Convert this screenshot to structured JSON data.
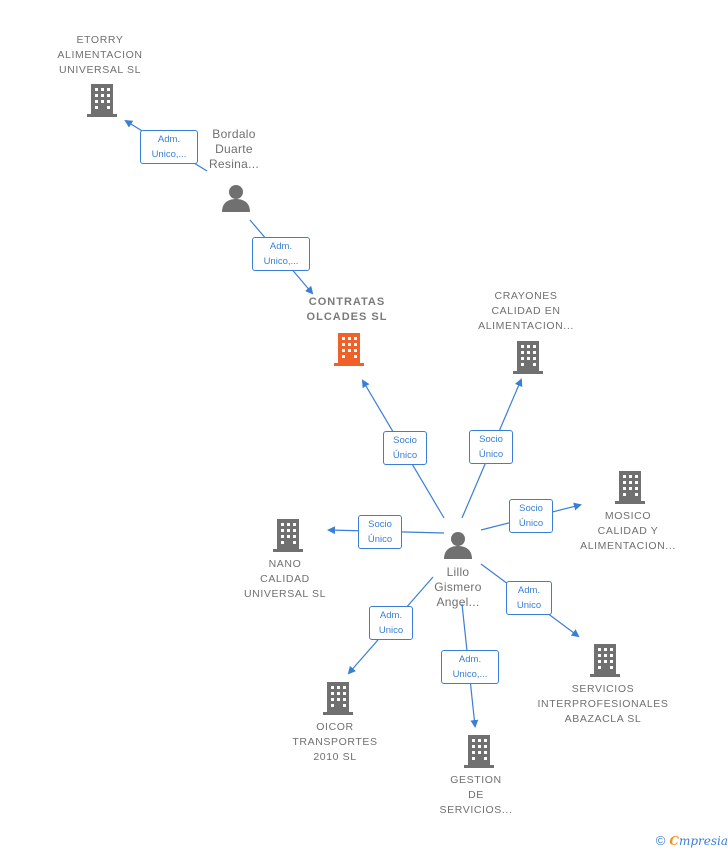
{
  "colors": {
    "edge": "#3a7fd5",
    "node_gray": "#707070",
    "node_main": "#f0612a"
  },
  "nodes": {
    "etorry": {
      "lines": [
        "ETORRY",
        "ALIMENTACION",
        "UNIVERSAL  SL"
      ],
      "icon": "building-icon"
    },
    "bordalo": {
      "lines": [
        "Bordalo",
        "Duarte",
        "Resina..."
      ],
      "icon": "person-icon"
    },
    "contratas": {
      "lines": [
        "CONTRATAS",
        "OLCADES  SL"
      ],
      "icon": "building-icon"
    },
    "crayones": {
      "lines": [
        "CRAYONES",
        "CALIDAD EN",
        "ALIMENTACION..."
      ],
      "icon": "building-icon"
    },
    "mosico": {
      "lines": [
        "MOSICO",
        "CALIDAD Y",
        "ALIMENTACION..."
      ],
      "icon": "building-icon"
    },
    "nano": {
      "lines": [
        "NANO",
        "CALIDAD",
        "UNIVERSAL  SL"
      ],
      "icon": "building-icon"
    },
    "lillo": {
      "lines": [
        "Lillo",
        "Gismero",
        "Angel..."
      ],
      "icon": "person-icon"
    },
    "servicios": {
      "lines": [
        "SERVICIOS",
        "INTERPROFESIONALES",
        "ABAZACLA  SL"
      ],
      "icon": "building-icon"
    },
    "oicor": {
      "lines": [
        "OICOR",
        "TRANSPORTES",
        "2010 SL"
      ],
      "icon": "building-icon"
    },
    "gestion": {
      "lines": [
        "GESTION",
        "DE",
        "SERVICIOS..."
      ],
      "icon": "building-icon"
    }
  },
  "edges": {
    "bordalo_etorry": [
      "Adm.",
      "Unico,..."
    ],
    "bordalo_contratas": [
      "Adm.",
      "Unico,..."
    ],
    "lillo_contratas": [
      "Socio",
      "Único"
    ],
    "lillo_crayones": [
      "Socio",
      "Único"
    ],
    "lillo_mosico": [
      "Socio",
      "Único"
    ],
    "lillo_nano": [
      "Socio",
      "Único"
    ],
    "lillo_oicor": [
      "Adm.",
      "Unico"
    ],
    "lillo_servicios": [
      "Adm.",
      "Unico"
    ],
    "lillo_gestion": [
      "Adm.",
      "Unico,..."
    ]
  },
  "footer": {
    "copyright": "©",
    "brand_initial": "C",
    "brand_rest": "mpresia"
  }
}
